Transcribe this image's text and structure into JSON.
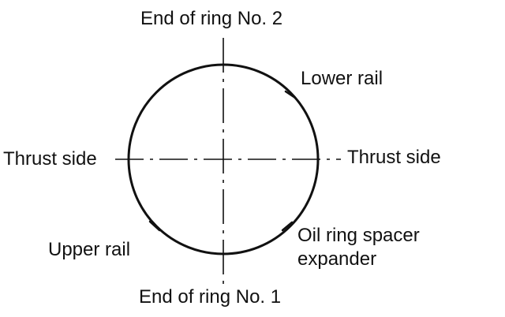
{
  "labels": {
    "end_ring_2": "End of ring No. 2",
    "end_ring_1": "End of ring No. 1",
    "thrust_left": "Thrust side",
    "thrust_right": "Thrust side",
    "lower_rail": "Lower rail",
    "upper_rail": "Upper rail",
    "oil_ring_line1": "Oil ring spacer",
    "oil_ring_line2": "expander"
  },
  "colors": {
    "ink": "#111111",
    "background": "#ffffff"
  }
}
